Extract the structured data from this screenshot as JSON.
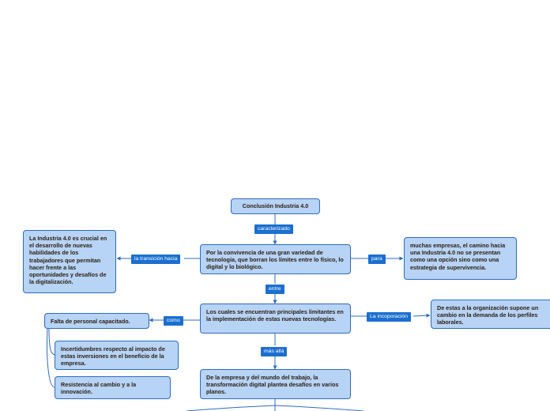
{
  "nodes": {
    "root": "Conclusión Industria 4.0",
    "convivencia": "Por la convivencia de una gran variedad de tecnología, que borran los límites entre lo físico, lo digital y lo biológico.",
    "habilidades": "La Industria 4.0 es crucial en el desarrollo de nuevas habilidades de los trabajadores que permitan hacer frente a las oportunidades y desafíos de la digitalización.",
    "camino": "muchas empresas, el camino hacia una Industria 4.0 no se presentan como una opción sino como una estrategia de supervivencia.",
    "limitantes": "Los cuales se encuentran  principales limitantes en la implementación de estas nuevas tecnologías.",
    "organizacion": "De estas a la organización supone un cambio en la demanda de los perfiles laborales.",
    "falta": "Falta de personal capacitado.",
    "incertidumbres": "Incertidumbres respecto al impacto de estas inversiones en el beneficio de la empresa.",
    "resistencia": "Resistencia al cambio y a la innovación.",
    "transformacion": "De la empresa y del mundo del trabajo, la transformación digital plantea desafíos en varios planos."
  },
  "labels": {
    "caracterizado": "caracterizado",
    "transicion": "la transición hacia",
    "para": "para",
    "entre": "entre",
    "como": "como",
    "incorporacion": "La incoporación",
    "mas_alla": "más allá"
  },
  "colors": {
    "node_fill": "#b7d3f5",
    "node_border": "#2f6bc0",
    "label_fill": "#1b6fd0",
    "link": "#2f6bc0",
    "text": "#2b1d10"
  }
}
